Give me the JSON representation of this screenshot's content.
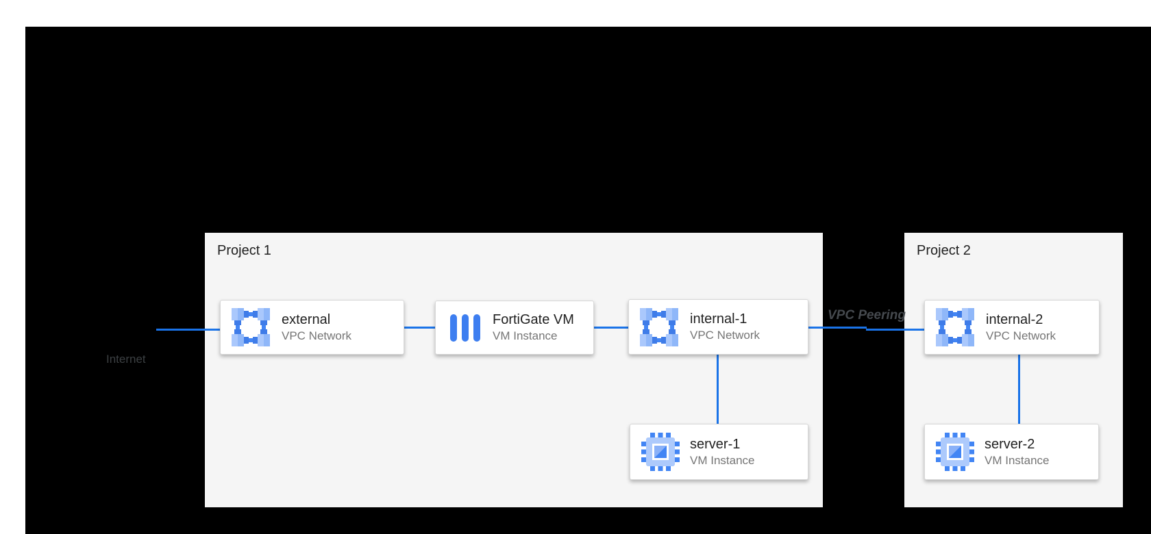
{
  "diagram": {
    "internet_label": "Internet",
    "vpc_peering_label": "VPC Peering",
    "projects": [
      {
        "label": "Project 1"
      },
      {
        "label": "Project 2"
      }
    ],
    "nodes": {
      "external": {
        "title": "external",
        "subtitle": "VPC Network",
        "icon": "vpc-network-icon"
      },
      "fortigate": {
        "title": "FortiGate VM",
        "subtitle": "VM Instance",
        "icon": "appliance-bars-icon"
      },
      "internal1": {
        "title": "internal-1",
        "subtitle": "VPC Network",
        "icon": "vpc-network-icon"
      },
      "server1": {
        "title": "server-1",
        "subtitle": "VM Instance",
        "icon": "compute-engine-icon"
      },
      "internal2": {
        "title": "internal-2",
        "subtitle": "VPC Network",
        "icon": "vpc-network-icon"
      },
      "server2": {
        "title": "server-2",
        "subtitle": "VM Instance",
        "icon": "compute-engine-icon"
      }
    },
    "colors": {
      "connector_blue": "#1a73e8",
      "icon_blue": "#4285f4",
      "icon_light_blue": "#aac8fc",
      "project_background": "#f5f5f5",
      "canvas_background": "#000000",
      "node_title": "#212121",
      "node_subtitle": "#757575",
      "outside_label": "#3c4043"
    }
  }
}
